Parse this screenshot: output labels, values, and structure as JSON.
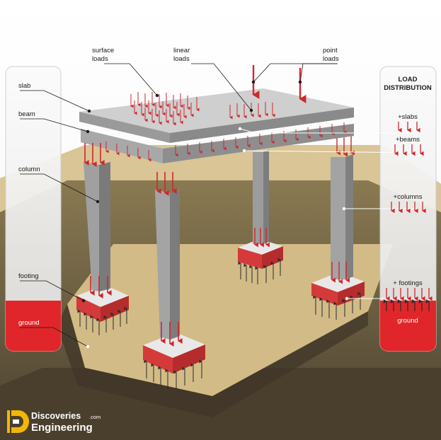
{
  "labels": {
    "surface_loads": [
      "surface",
      "loads"
    ],
    "linear_loads": [
      "linear",
      "loads"
    ],
    "point_loads": [
      "point",
      "loads"
    ],
    "slab": "slab",
    "beam": "beam",
    "column": "column",
    "footing": "footing",
    "ground": "ground"
  },
  "load_distribution": {
    "title": [
      "LOAD",
      "DISTRIBUTION"
    ],
    "items": [
      "+slabs",
      "+beams",
      "+columns",
      "+ footings"
    ],
    "ground": "ground"
  },
  "logo": {
    "line1": "Discoveries",
    "suffix": ".com",
    "line2": "Engineering"
  },
  "colors": {
    "load_arrow": "#d0262c",
    "reaction_arrow": "#2b2b2b",
    "ground_highlight": "#e0262a",
    "concrete": "#b8b8b8",
    "soil": "#d8c395"
  }
}
